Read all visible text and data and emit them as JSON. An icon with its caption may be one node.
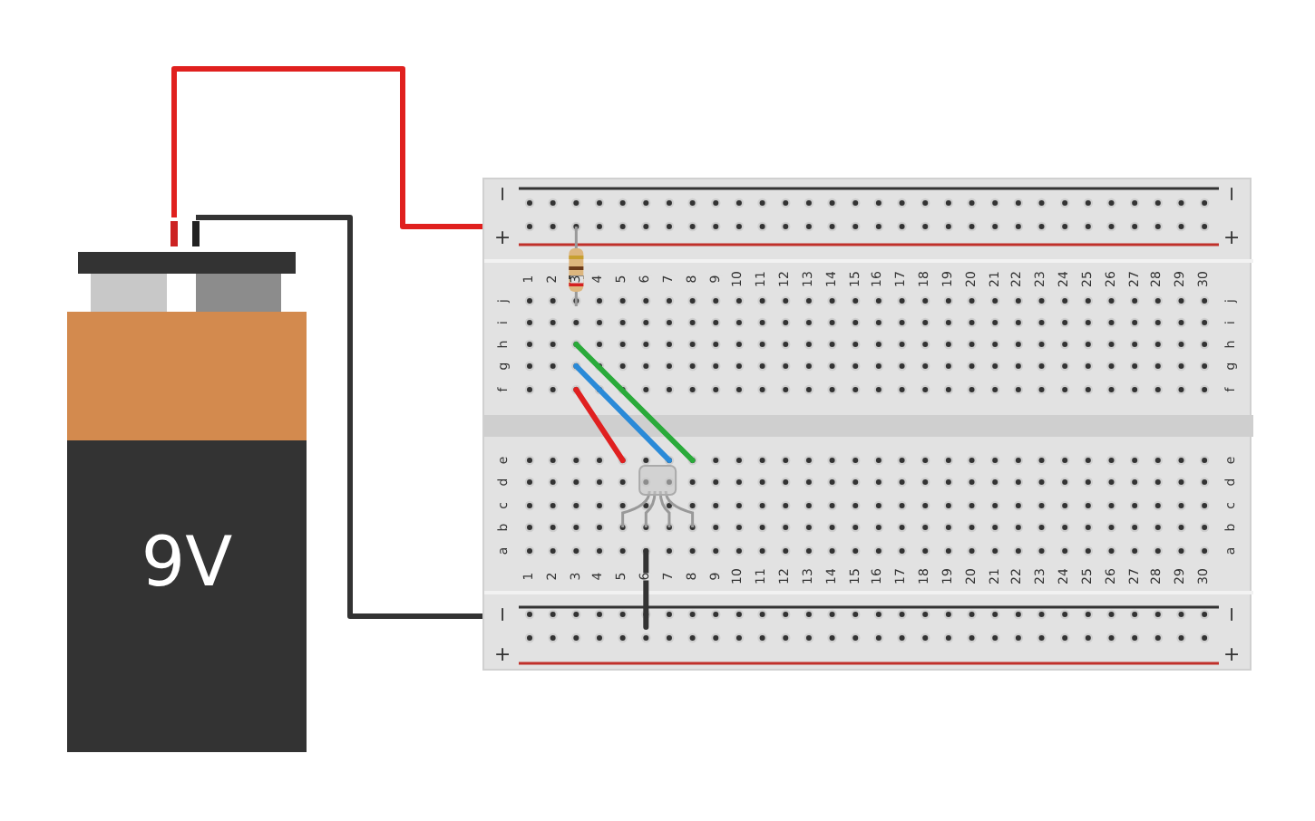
{
  "diagram": {
    "nodes": [
      {
        "text": [
          "9V"
        ]
      },
      {
        "text": [],
        "shape": "box"
      }
    ],
    "edges": [
      {
        "from": 0,
        "to": 1,
        "arrow": "none",
        "color": "#e0201e"
      },
      {
        "from": 0,
        "to": 1,
        "arrow": "none",
        "color": "#333333"
      }
    ],
    "labels": [
      "−",
      "−",
      "+",
      "+",
      "1",
      "2",
      "3",
      "4",
      "5",
      "6",
      "7",
      "8",
      "9",
      "10",
      "11",
      "12",
      "13",
      "14",
      "15",
      "16",
      "17",
      "18",
      "19",
      "20",
      "21",
      "22",
      "23",
      "24",
      "25",
      "26",
      "27",
      "28",
      "29",
      "30",
      "j",
      "j",
      "i",
      "i",
      "h",
      "h",
      "g",
      "g",
      "f",
      "f",
      "e",
      "e",
      "d",
      "d",
      "c",
      "c",
      "b",
      "b",
      "a",
      "a",
      "1",
      "2",
      "3",
      "4",
      "5",
      "6",
      "7",
      "8",
      "9",
      "10",
      "11",
      "12",
      "13",
      "14",
      "15",
      "16",
      "17",
      "18",
      "19",
      "20",
      "21",
      "22",
      "23",
      "24",
      "25",
      "26",
      "27",
      "28",
      "29",
      "30",
      "−",
      "−",
      "+",
      "+"
    ]
  }
}
